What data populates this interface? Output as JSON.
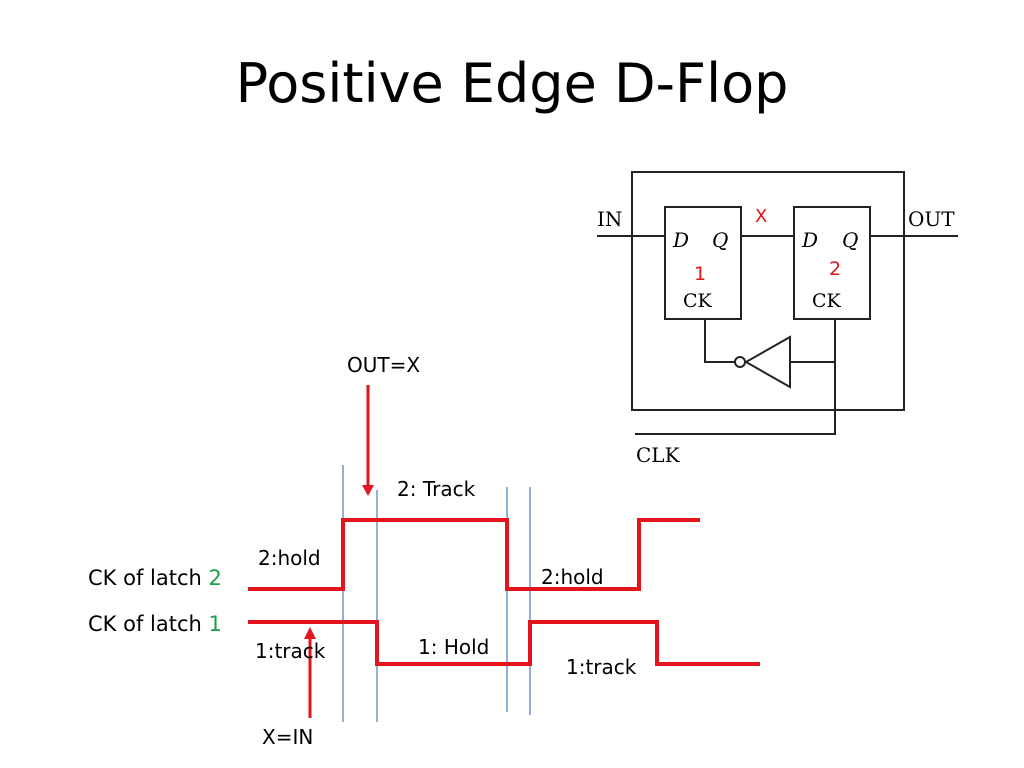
{
  "slide": {
    "title": "Positive Edge D-Flop"
  },
  "circuit": {
    "input_label": "IN",
    "output_label": "OUT",
    "clock_label": "CLK",
    "node_label": "X",
    "latch1": {
      "d": "D",
      "q": "Q",
      "ck": "CK",
      "number": "1"
    },
    "latch2": {
      "d": "D",
      "q": "Q",
      "ck": "CK",
      "number": "2"
    }
  },
  "timing": {
    "out_arrow_label": "OUT=X",
    "in_arrow_label": "X=IN",
    "latch2_row": {
      "prefix": "CK of latch ",
      "number": "2"
    },
    "latch1_row": {
      "prefix": "CK of latch ",
      "number": "1"
    },
    "phase_labels": {
      "l2_hold_1": "2:hold",
      "l2_track": "2: Track",
      "l2_hold_2": "2:hold",
      "l1_track_1": "1:track",
      "l1_hold": "1: Hold",
      "l1_track_2": "1:track"
    }
  },
  "colors": {
    "signal": "#e3141b",
    "marker_line": "#6a96cc",
    "latch_number": "#e3141b",
    "row_number": "#1aa04a",
    "circuit_line": "#222222"
  }
}
